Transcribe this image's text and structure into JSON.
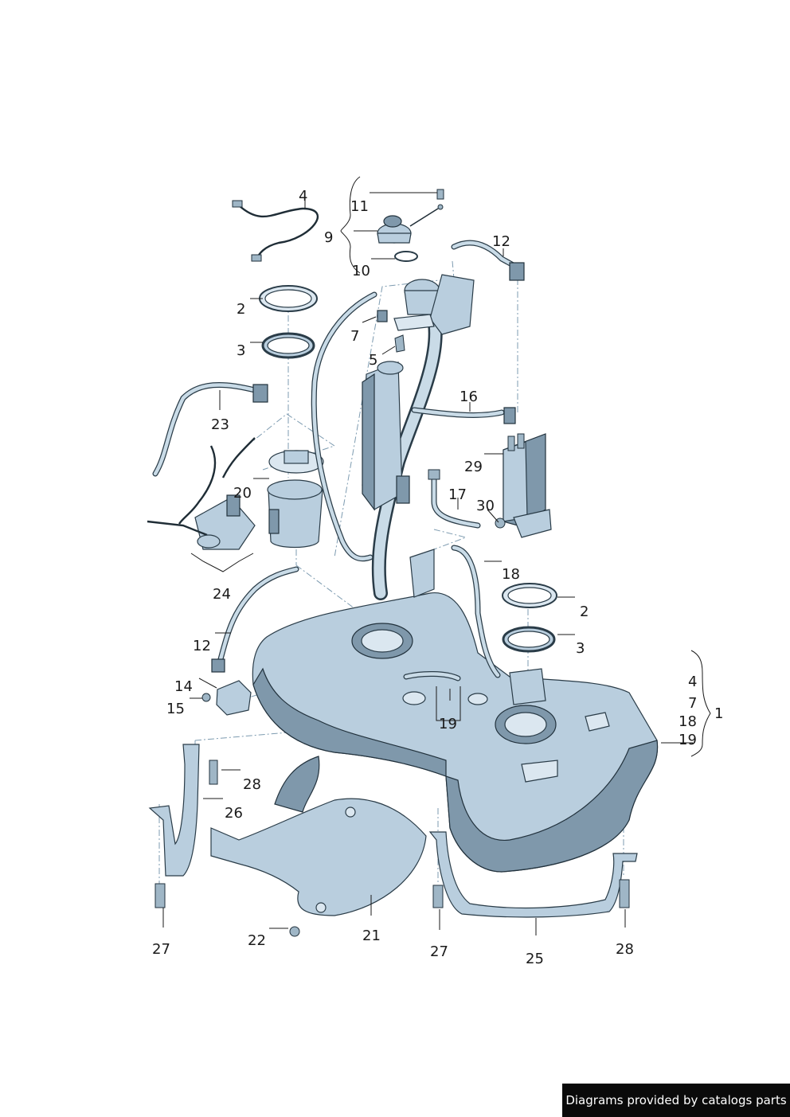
{
  "diagram": {
    "callouts": {
      "c4_top": "4",
      "c9": "9",
      "c11": "11",
      "c10": "10",
      "c12_top": "12",
      "c2_left": "2",
      "c3_left": "3",
      "c7": "7",
      "c5": "5",
      "c16": "16",
      "c23": "23",
      "c29": "29",
      "c20": "20",
      "c17": "17",
      "c30": "30",
      "c18": "18",
      "c24": "24",
      "c2_right": "2",
      "c3_right": "3",
      "c12_mid": "12",
      "c14": "14",
      "c15": "15",
      "c19_mid": "19",
      "c1": "1",
      "c1_4": "4",
      "c1_7": "7",
      "c1_18": "18",
      "c1_19": "19",
      "c28_left": "28",
      "c26": "26",
      "c27_left": "27",
      "c22": "22",
      "c21": "21",
      "c27_mid": "27",
      "c25": "25",
      "c28_right": "28"
    }
  },
  "footer": {
    "text": "Diagrams provided by catalogs parts"
  },
  "colors": {
    "part_fill": "#b9cede",
    "part_outline": "#2a3c48",
    "footer_bg": "#0a0a0a"
  }
}
